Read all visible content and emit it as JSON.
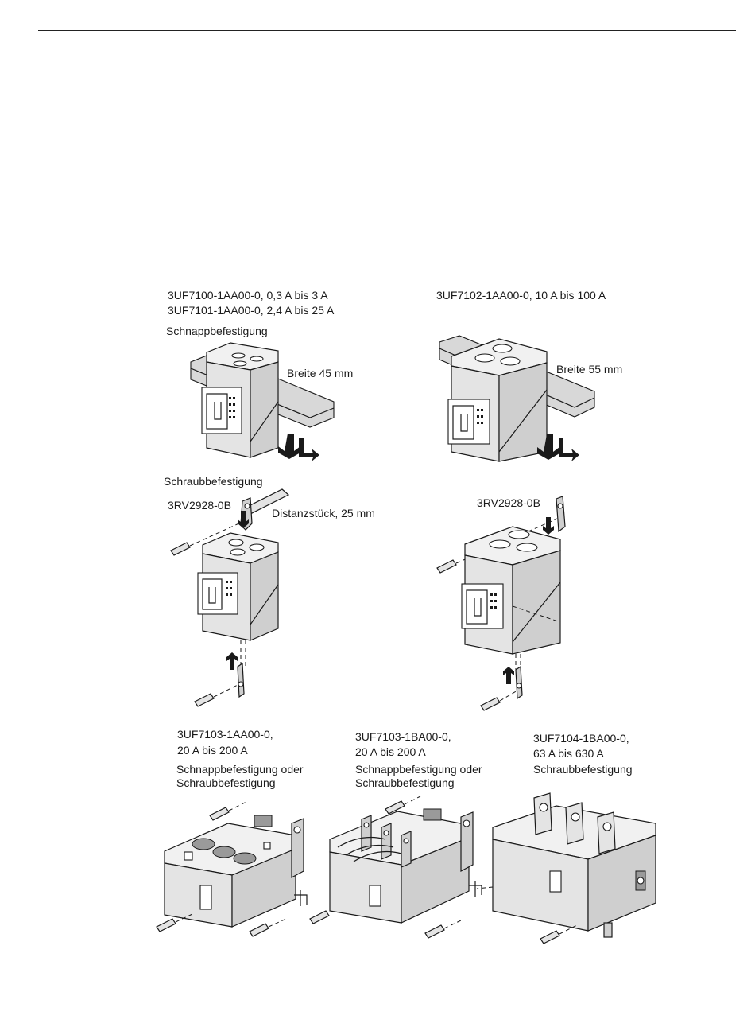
{
  "labels": {
    "fig1_line1": "3UF7100-1AA00-0, 0,3 A bis 3 A",
    "fig1_line2": "3UF7101-1AA00-0, 2,4 A bis 25 A",
    "snap_mount_1": "Schnappbefestigung",
    "width_45": "Breite 45 mm",
    "fig2_line1": "3UF7102-1AA00-0, 10 A bis 100 A",
    "width_55": "Breite 55 mm",
    "screw_mount_1": "Schraubbefestigung",
    "part_left": "3RV2928-0B",
    "spacer": "Distanzstück, 25 mm",
    "part_right": "3RV2928-0B",
    "fig3_line1": "3UF7103-1AA00-0,",
    "fig3_line2": "20 A bis 200 A",
    "fig3_mount1": "Schnappbefestigung oder",
    "fig3_mount2": "Schraubbefestigung",
    "fig4_line1": "3UF7103-1BA00-0,",
    "fig4_line2": "20 A bis 200 A",
    "fig4_mount1": "Schnappbefestigung oder",
    "fig4_mount2": "Schraubbefestigung",
    "fig5_line1": "3UF7104-1BA00-0,",
    "fig5_line2": "63 A bis 630 A",
    "fig5_mount": "Schraubbefestigung"
  }
}
